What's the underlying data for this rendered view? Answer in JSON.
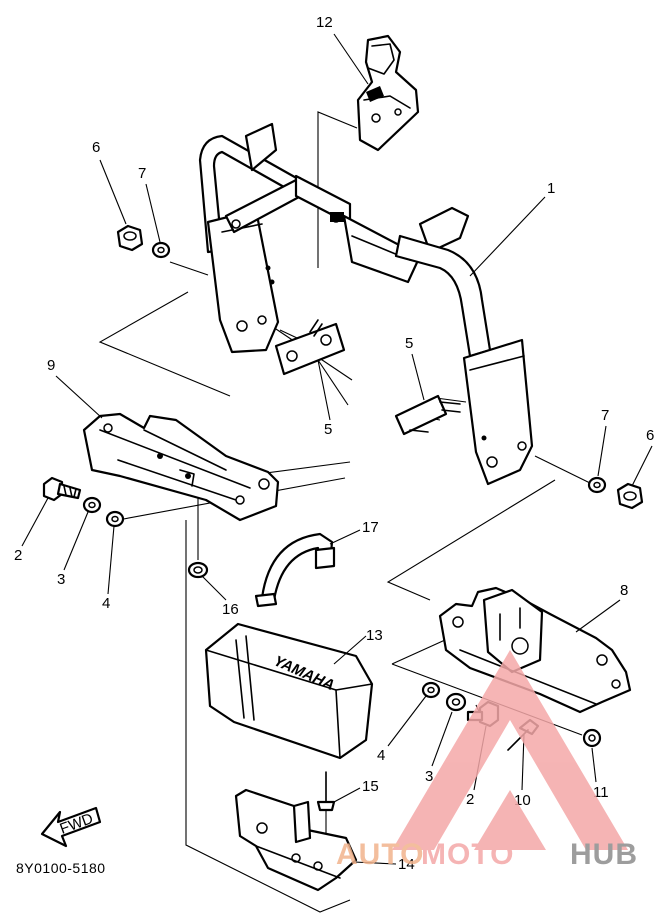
{
  "callouts": {
    "c1": "1",
    "c2a": "2",
    "c2b": "2",
    "c3a": "3",
    "c3b": "3",
    "c4a": "4",
    "c4b": "4",
    "c5a": "5",
    "c5b": "5",
    "c6a": "6",
    "c6b": "6",
    "c7a": "7",
    "c7b": "7",
    "c8": "8",
    "c9": "9",
    "c10": "10",
    "c11": "11",
    "c12": "12",
    "c13": "13",
    "c14": "14",
    "c15": "15",
    "c16": "16",
    "c17": "17"
  },
  "diagram_code": "8Y0100-5180",
  "fwd_label": "FWD",
  "battery_logo": "YAMAHA",
  "watermark": {
    "part1": "AUTO",
    "part2": "MOTO",
    "part3": "HUB",
    "color1": "#f2b38c",
    "color2": "#f4a8a8",
    "color3": "#8c8c8c"
  }
}
